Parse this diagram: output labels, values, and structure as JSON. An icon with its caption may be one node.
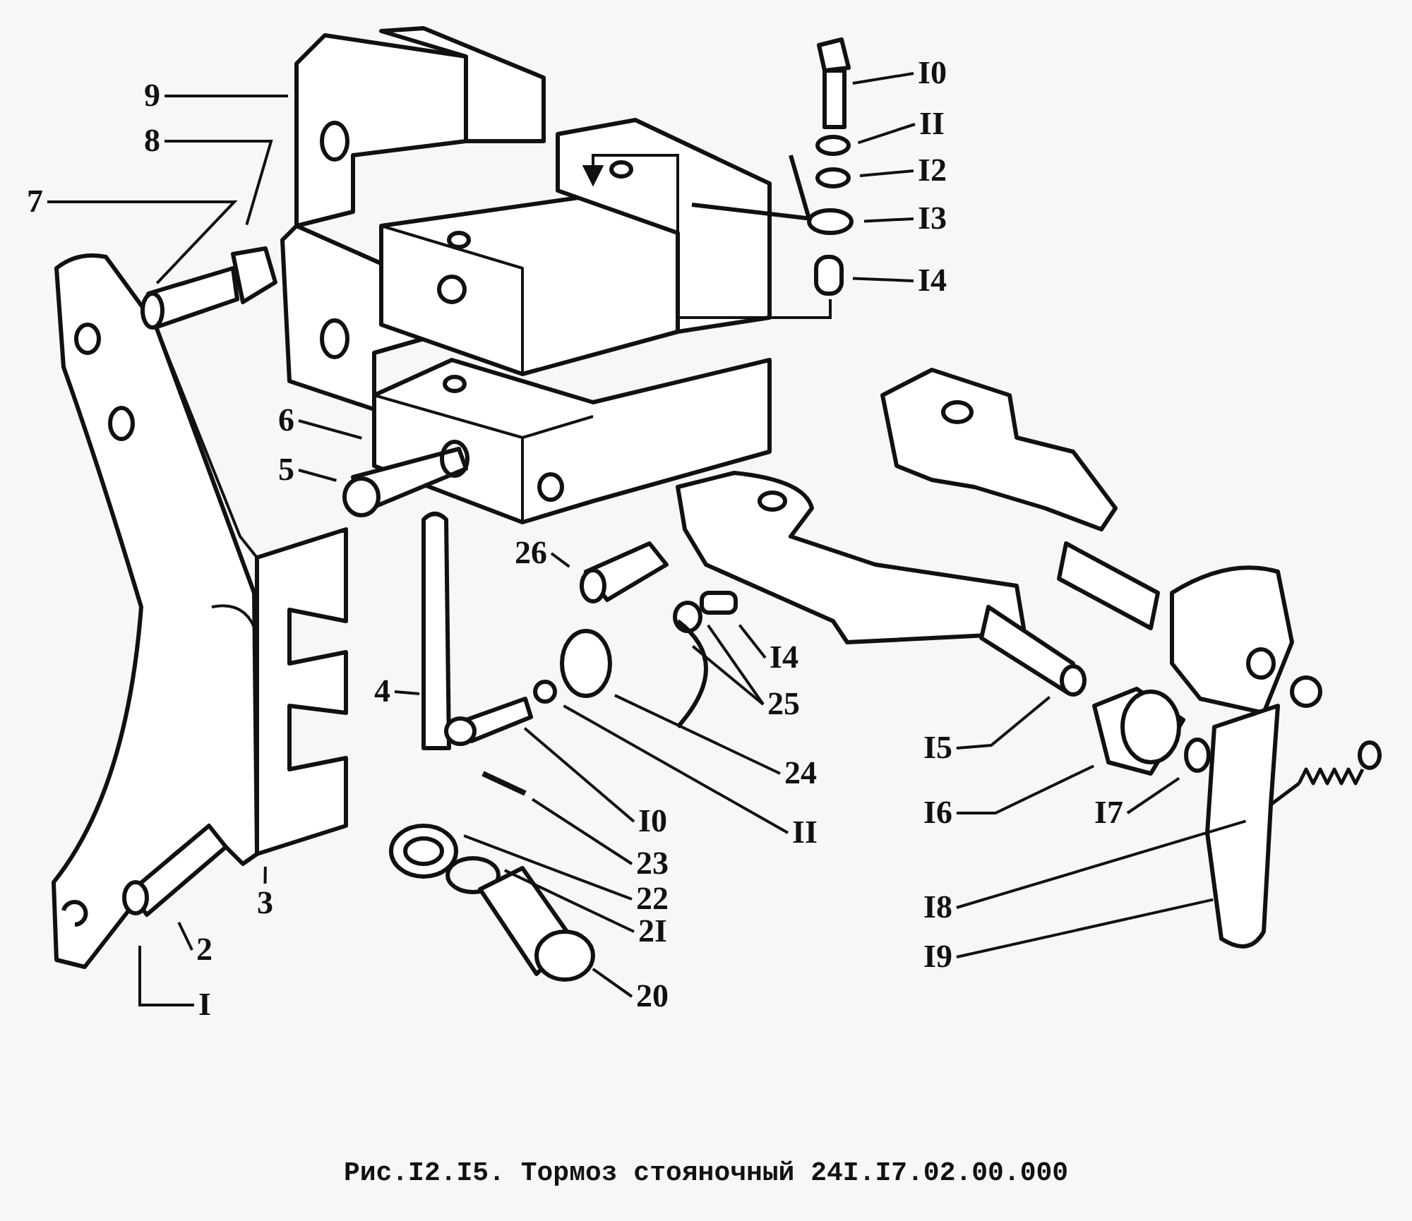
{
  "diagram": {
    "caption": "Рис.I2.I5. Тормоз стояночный 24I.I7.02.00.000",
    "nodes": [
      {
        "text": [
          "9"
        ]
      },
      {
        "text": [
          "I0"
        ]
      },
      {
        "text": [
          "8"
        ]
      },
      {
        "text": [
          "II"
        ]
      },
      {
        "text": [
          "I2"
        ]
      },
      {
        "text": [
          "7"
        ]
      },
      {
        "text": [
          "I3"
        ]
      },
      {
        "text": [
          "I4"
        ]
      },
      {
        "text": [
          "6"
        ]
      },
      {
        "text": [
          "5"
        ]
      },
      {
        "text": [
          "26"
        ]
      },
      {
        "text": [
          "I4"
        ]
      },
      {
        "text": [
          "4"
        ]
      },
      {
        "text": [
          "25"
        ]
      },
      {
        "text": [
          "I5"
        ]
      },
      {
        "text": [
          "24"
        ]
      },
      {
        "text": [
          "I6"
        ]
      },
      {
        "text": [
          "I7"
        ]
      },
      {
        "text": [
          "I0"
        ]
      },
      {
        "text": [
          "II"
        ]
      },
      {
        "text": [
          "23"
        ]
      },
      {
        "text": [
          "22"
        ]
      },
      {
        "text": [
          "I8"
        ]
      },
      {
        "text": [
          "3"
        ]
      },
      {
        "text": [
          "2I"
        ]
      },
      {
        "text": [
          "2"
        ]
      },
      {
        "text": [
          "I9"
        ]
      },
      {
        "text": [
          "20"
        ]
      },
      {
        "text": [
          "I"
        ]
      }
    ],
    "edges": [
      {
        "from": 0,
        "to": null,
        "arrow": "none"
      },
      {
        "from": 1,
        "to": null,
        "arrow": "none"
      },
      {
        "from": 2,
        "to": null,
        "arrow": "none"
      },
      {
        "from": 3,
        "to": null,
        "arrow": "none"
      },
      {
        "from": 4,
        "to": null,
        "arrow": "none"
      },
      {
        "from": 5,
        "to": null,
        "arrow": "none"
      },
      {
        "from": 6,
        "to": null,
        "arrow": "none"
      },
      {
        "from": 7,
        "to": null,
        "arrow": "none"
      },
      {
        "from": 8,
        "to": null,
        "arrow": "none"
      },
      {
        "from": 9,
        "to": null,
        "arrow": "none"
      },
      {
        "from": 10,
        "to": null,
        "arrow": "none"
      },
      {
        "from": 11,
        "to": null,
        "arrow": "none"
      },
      {
        "from": 12,
        "to": null,
        "arrow": "none"
      },
      {
        "from": 13,
        "to": null,
        "arrow": "none"
      },
      {
        "from": 13,
        "to": null,
        "arrow": "none"
      },
      {
        "from": 14,
        "to": null,
        "arrow": "none"
      },
      {
        "from": 15,
        "to": null,
        "arrow": "none"
      },
      {
        "from": 16,
        "to": null,
        "arrow": "none"
      },
      {
        "from": 17,
        "to": null,
        "arrow": "none"
      },
      {
        "from": 18,
        "to": null,
        "arrow": "none"
      },
      {
        "from": 19,
        "to": null,
        "arrow": "none"
      },
      {
        "from": 20,
        "to": null,
        "arrow": "none"
      },
      {
        "from": 21,
        "to": null,
        "arrow": "none"
      },
      {
        "from": 22,
        "to": null,
        "arrow": "none"
      },
      {
        "from": 23,
        "to": null,
        "arrow": "none"
      },
      {
        "from": 24,
        "to": null,
        "arrow": "none"
      },
      {
        "from": 25,
        "to": null,
        "arrow": "none"
      },
      {
        "from": 26,
        "to": null,
        "arrow": "none"
      },
      {
        "from": 27,
        "to": null,
        "arrow": "none"
      },
      {
        "from": 28,
        "to": null,
        "arrow": "none"
      }
    ]
  }
}
